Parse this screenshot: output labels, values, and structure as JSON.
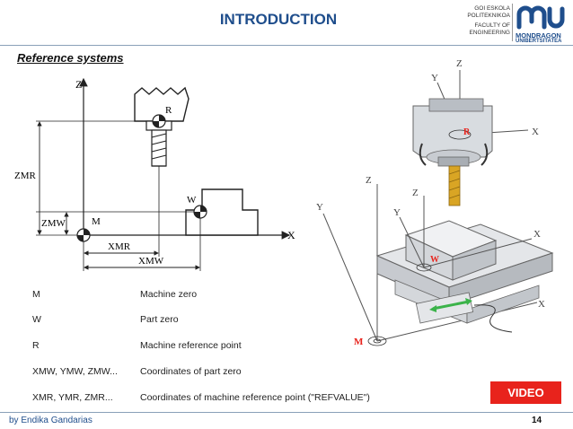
{
  "header": {
    "title": "INTRODUCTION",
    "logo_lines": [
      "GOI ESKOLA",
      "POLITEKNIKOA",
      "FACULTY OF",
      "ENGINEERING"
    ],
    "logo_brand": "MONDRAGON",
    "logo_brand_sub": "UNIBERTSITATEA",
    "brand_color": "#1f4e8c"
  },
  "subtitle": "Reference systems",
  "diagram_2d": {
    "axis_z": "Z",
    "axis_x": "X",
    "label_r": "R",
    "label_w": "W",
    "label_m": "M",
    "dim_zmr": "ZMR",
    "dim_zmw": "ZMW",
    "dim_xmr": "XMR",
    "dim_xmw": "XMW"
  },
  "diagram_3d": {
    "axis_z_top": "Z",
    "axis_y_top": "Y",
    "axis_x_top": "X",
    "label_r": "R",
    "axis_z_mid": "Z",
    "axis_y_mid": "Y",
    "axis_z_part": "Z",
    "axis_y_part": "Y",
    "axis_x_part": "X",
    "label_w": "W",
    "axis_x_machine": "X",
    "label_m": "M",
    "accent_red": "#e8231c"
  },
  "legend": [
    {
      "term": "M",
      "desc": "Machine zero"
    },
    {
      "term": "W",
      "desc": "Part zero"
    },
    {
      "term": "R",
      "desc": "Machine reference point"
    },
    {
      "term": "XMW, YMW, ZMW...",
      "desc": "Coordinates of part zero"
    },
    {
      "term": "XMR, YMR, ZMR...",
      "desc": "Coordinates of machine reference point (\"REFVALUE\")"
    }
  ],
  "video_button": "VIDEO",
  "footer": {
    "author": "by Endika Gandarias",
    "page": "14"
  }
}
